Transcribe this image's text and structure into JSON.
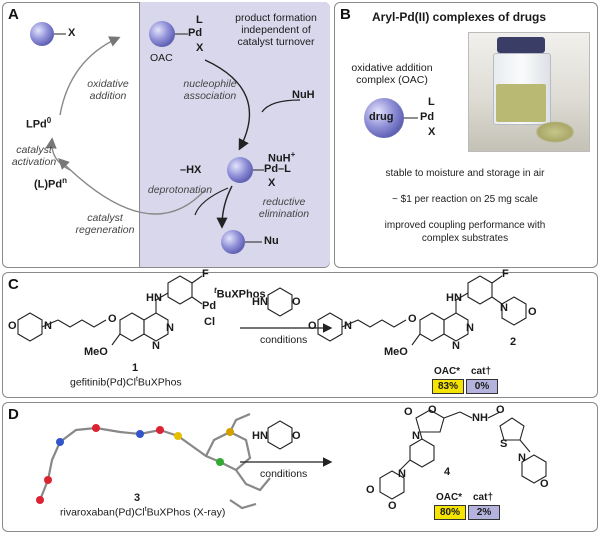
{
  "panel_a": {
    "label": "A",
    "x_label": "X",
    "pd_top": "L",
    "pd_label": "Pd",
    "pd_bottom": "X",
    "oac_label": "OAC",
    "product_note": "product formation\nindependent of\ncatalyst turnover",
    "nucleophile_assoc": "nucleophile\nassociation",
    "nuh": "NuH",
    "oxidative_addition": "oxidative\naddition",
    "lpd0": "LPd",
    "lpd0_sup": "0",
    "catalyst_activation": "catalyst\nactivation",
    "lpdn": "(L)Pd",
    "lpdn_sup": "n",
    "hx": "–HX",
    "nuh_plus": "NuH",
    "nuh_plus_sup": "+",
    "pd_l": "Pd–L",
    "x_bottom2": "X",
    "deprotonation": "deprotonation",
    "catalyst_regeneration": "catalyst\nregeneration",
    "reductive_elimination": "reductive\nelimination",
    "nu": "Nu"
  },
  "panel_b": {
    "label": "B",
    "title": "Aryl-Pd(II) complexes of drugs",
    "oac_caption": "oxidative addition\ncomplex (OAC)",
    "drug": "drug",
    "pd": "Pd",
    "l": "L",
    "x": "X",
    "line1": "stable to moisture and storage in air",
    "line2": "~ $1 per reaction on 25 mg scale",
    "line3": "improved coupling performance with\ncomplex substrates"
  },
  "panel_c": {
    "label": "C",
    "ligand": "tBuXPhos",
    "ligand_sup": "t",
    "ligand_rest": "BuXPhos",
    "pd": "Pd",
    "cl": "Cl",
    "f": "F",
    "hn": "HN",
    "n": "N",
    "o": "O",
    "meo": "MeO",
    "conditions": "conditions",
    "compound1": "1",
    "caption1": "gefitinib(Pd)Cl",
    "caption1_sup": "t",
    "caption1_rest": "BuXPhos",
    "compound2": "2",
    "oac_hdr": "OAC*",
    "cat_hdr": "cat†",
    "oac_val": "83%",
    "cat_val": "0%"
  },
  "panel_d": {
    "label": "D",
    "hn": "HN",
    "o": "O",
    "conditions": "conditions",
    "compound3": "3",
    "caption3": "rivaroxaban(Pd)Cl",
    "caption3_sup": "t",
    "caption3_rest": "BuXPhos (X-ray)",
    "compound4": "4",
    "s": "S",
    "nh": "NH",
    "n": "N",
    "oac_hdr": "OAC*",
    "cat_hdr": "cat†",
    "oac_val": "80%",
    "cat_val": "2%"
  },
  "colors": {
    "ball": "#8f8fd8",
    "shade": "#d7d5ea",
    "yellow": "#f5e400",
    "lavender": "#b4b3dd"
  }
}
